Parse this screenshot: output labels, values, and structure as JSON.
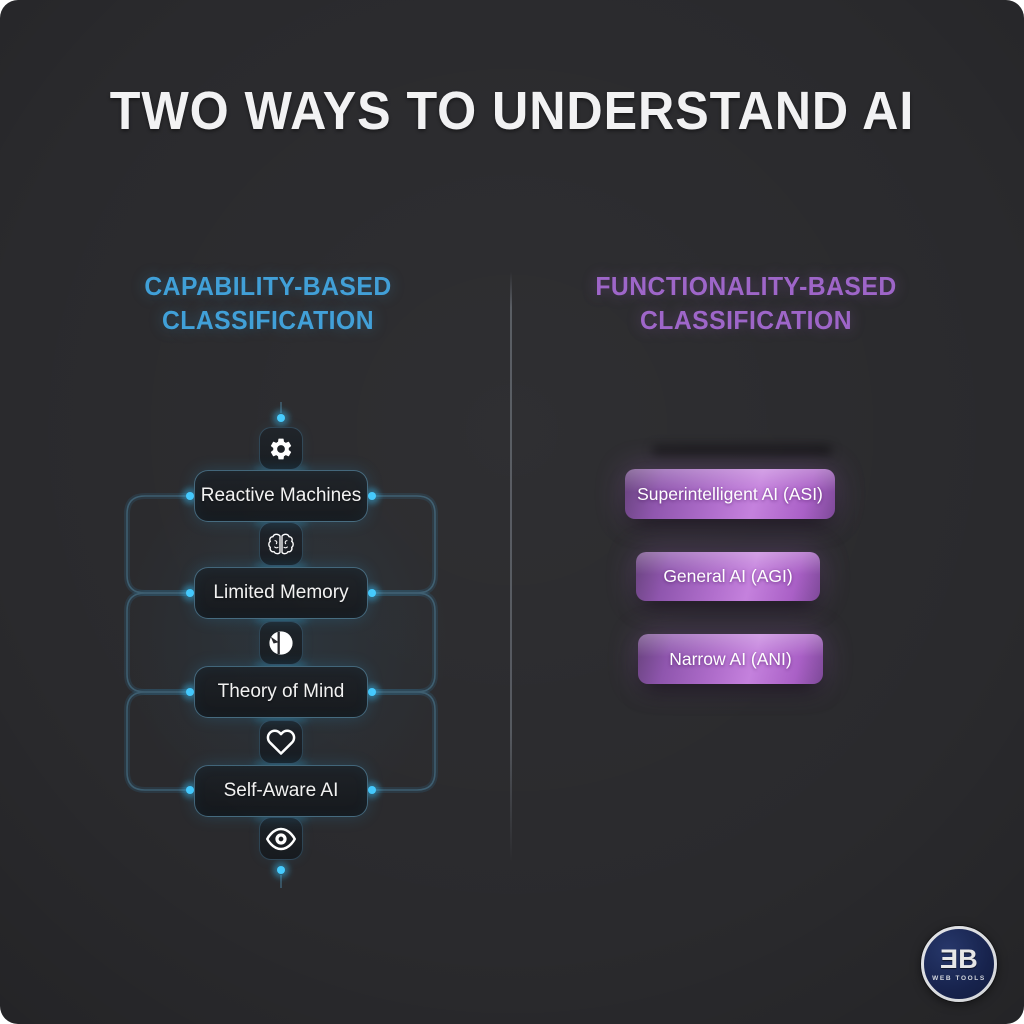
{
  "title": "TWO WAYS TO UNDERSTAND AI",
  "background_color": "#2a2a2d",
  "flow_accent_color": "#46ccff",
  "columns": {
    "left": {
      "header_line1": "CAPABILITY-BASED",
      "header_line2": "CLASSIFICATION",
      "accent_color": "#3f9fd8",
      "boxes": [
        "Reactive Machines",
        "Limited Memory",
        "Theory of Mind",
        "Self-Aware AI"
      ],
      "icons": [
        "gear-icon",
        "brain-icon",
        "pie-chart-icon",
        "heart-icon",
        "eye-icon"
      ]
    },
    "right": {
      "header_line1": "FUNCTIONALITY-BASED",
      "header_line2": "CLASSIFICATION",
      "accent_color": "#9d64c8",
      "pill_color": "#b06dcc",
      "pills": [
        "Superintelligent AI (ASI)",
        "General AI (AGI)",
        "Narrow AI (ANI)"
      ]
    }
  },
  "logo": {
    "monogram_first_letter": "E",
    "monogram_second_letter": "B",
    "subtitle": "WEB TOOLS"
  }
}
